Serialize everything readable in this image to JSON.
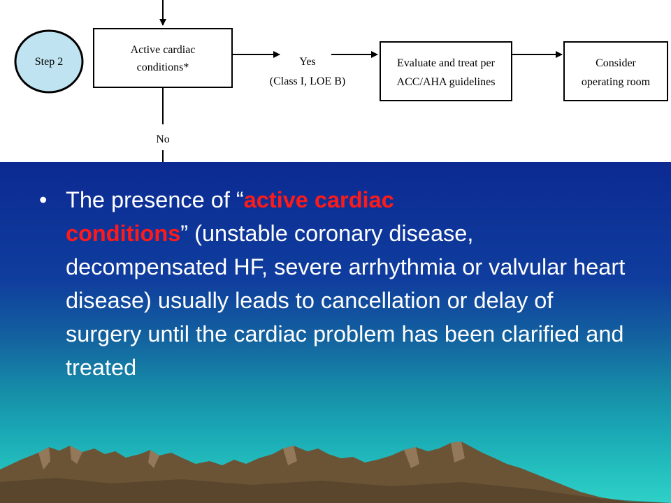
{
  "flowchart": {
    "step_label": "Step 2",
    "active_box_line1": "Active cardiac",
    "active_box_line2": "conditions*",
    "yes_label": "Yes",
    "yes_class": "(Class I, LOE B)",
    "evaluate_line1": "Evaluate and treat per",
    "evaluate_line2": "ACC/AHA guidelines",
    "consider_line1": "Consider",
    "consider_line2": "operating room",
    "no_label": "No"
  },
  "bullet": {
    "glyph": "•",
    "pre_text": "The presence of  “",
    "highlight_1": "active cardiac",
    "highlight_2": "conditions",
    "post_text": "” (unstable coronary disease, decompensated HF, severe arrhythmia or valvular heart disease) usually leads to cancellation or delay of surgery until the cardiac problem has been clarified and treated"
  },
  "colors": {
    "highlight": "#ff1a1a",
    "background_top": "#0a1f86",
    "background_bottom": "#2fd0c8",
    "step_circle_fill": "#bfe3f0",
    "mountain_fill": "#6b5436"
  }
}
